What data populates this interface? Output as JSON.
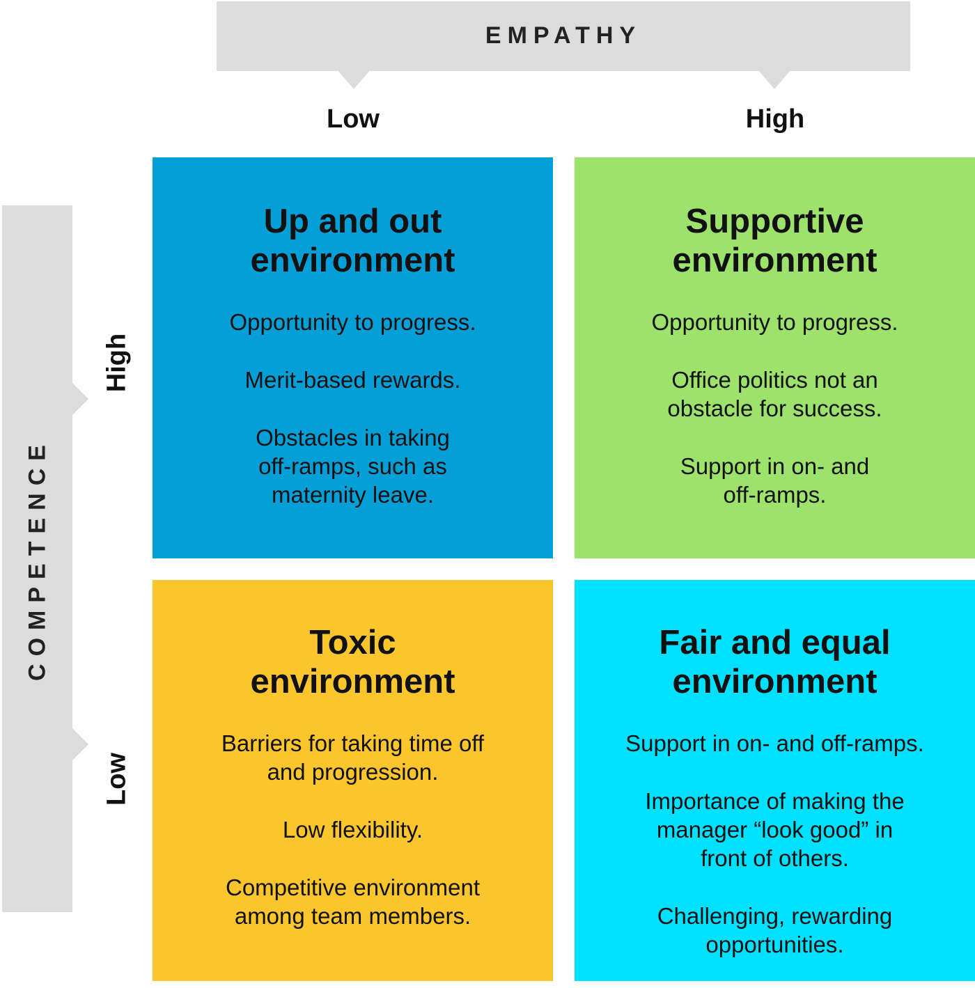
{
  "axes": {
    "x_title": "EMPATHY",
    "x_low": "Low",
    "x_high": "High",
    "y_title": "COMPETENCE",
    "y_high": "High",
    "y_low": "Low"
  },
  "colors": {
    "axis_band": "#dcdcdc",
    "up_and_out": "#039fd6",
    "supportive": "#9de26a",
    "toxic": "#fbc52d",
    "fair_and_equal": "#00e0ff"
  },
  "quadrants": {
    "up_and_out": {
      "title_line1": "Up and out",
      "title_line2": "environment",
      "p1": "Opportunity to progress.",
      "p2": "Merit-based rewards.",
      "p3_l1": "Obstacles in taking",
      "p3_l2": "off-ramps, such as",
      "p3_l3": "maternity leave."
    },
    "supportive": {
      "title_line1": "Supportive",
      "title_line2": "environment",
      "p1": "Opportunity to progress.",
      "p2_l1": "Office politics not an",
      "p2_l2": "obstacle for success.",
      "p3_l1": "Support in on- and",
      "p3_l2": "off-ramps."
    },
    "toxic": {
      "title_line1": "Toxic",
      "title_line2": "environment",
      "p1_l1": "Barriers for taking time off",
      "p1_l2": "and progression.",
      "p2": "Low flexibility.",
      "p3_l1": "Competitive environment",
      "p3_l2": "among team members."
    },
    "fair_and_equal": {
      "title_line1": "Fair and equal",
      "title_line2": "environment",
      "p1": "Support in on- and off-ramps.",
      "p2_l1": "Importance of making the",
      "p2_l2": "manager “look good” in",
      "p2_l3": "front of others.",
      "p3_l1": "Challenging, rewarding",
      "p3_l2": "opportunities."
    }
  }
}
